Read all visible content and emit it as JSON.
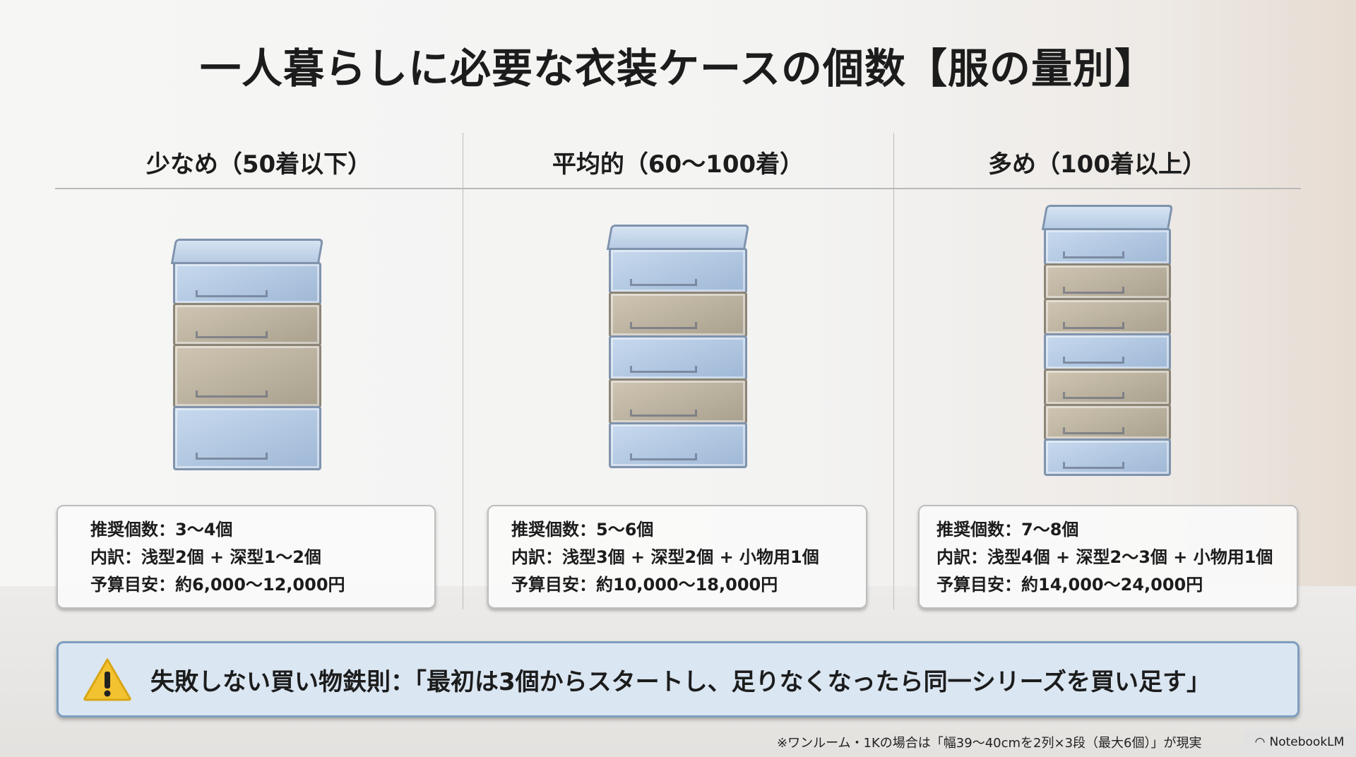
{
  "title": "一人暮らしに必要な衣装ケースの個数【服の量別】",
  "columns": [
    {
      "heading": "少なめ（50着以下）",
      "lines": [
        "推奨個数：3〜4個",
        "内訳：浅型2個 + 深型1〜2個",
        "予算目安：約6,000〜12,000円"
      ],
      "drawers": [
        "blue",
        "tan",
        "tan",
        "blue"
      ]
    },
    {
      "heading": "平均的（60〜100着）",
      "lines": [
        "推奨個数：5〜6個",
        "内訳：浅型3個 + 深型2個 + 小物用1個",
        "予算目安：約10,000〜18,000円"
      ],
      "drawers": [
        "blue",
        "tan",
        "blue",
        "tan",
        "blue"
      ]
    },
    {
      "heading": "多め（100着以上）",
      "lines": [
        "推奨個数：7〜8個",
        "内訳：浅型4個 + 深型2〜3個 + 小物用1個",
        "予算目安：約14,000〜24,000円"
      ],
      "drawers": [
        "blue",
        "tan",
        "tan",
        "blue",
        "tan",
        "tan",
        "blue"
      ]
    }
  ],
  "banner": {
    "icon": "warning-icon",
    "text": "失敗しない買い物鉄則：「最初は3個からスタートし、足りなくなったら同一シリーズを買い足す」"
  },
  "footnote": "※ワンルーム・1Kの場合は「幅39〜40cmを2列×3段（最大6個）」が現実",
  "watermark": "NotebookLM",
  "colors": {
    "blue": "#a8c4e0",
    "tan": "#c2b7a3",
    "banner": "#dae6f2"
  }
}
